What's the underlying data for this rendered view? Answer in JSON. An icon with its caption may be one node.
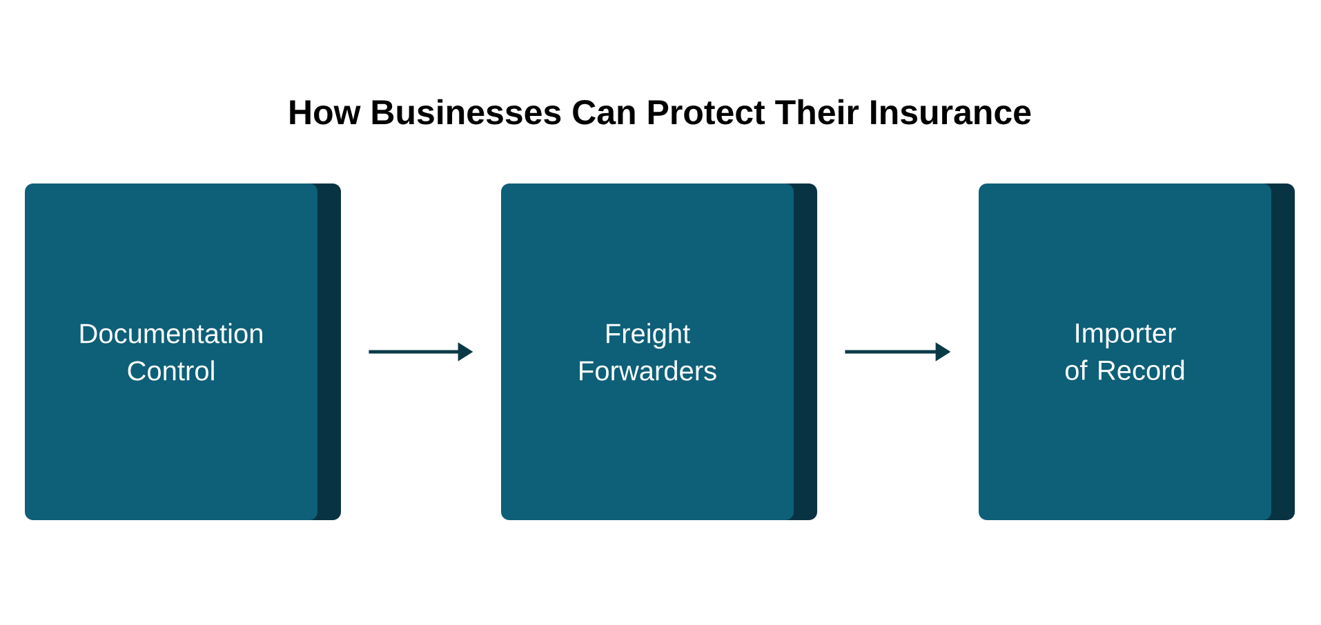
{
  "diagram": {
    "title": "How Businesses Can Protect Their Insurance",
    "nodes": [
      {
        "text": [
          "Documentation Control"
        ]
      },
      {
        "text": [
          "Freight Forwarders"
        ]
      },
      {
        "text": [
          "Importer of Record"
        ]
      }
    ],
    "edges": [
      {
        "from": 0,
        "to": 1,
        "arrow": "to"
      },
      {
        "from": 1,
        "to": 2,
        "arrow": "to"
      }
    ]
  }
}
